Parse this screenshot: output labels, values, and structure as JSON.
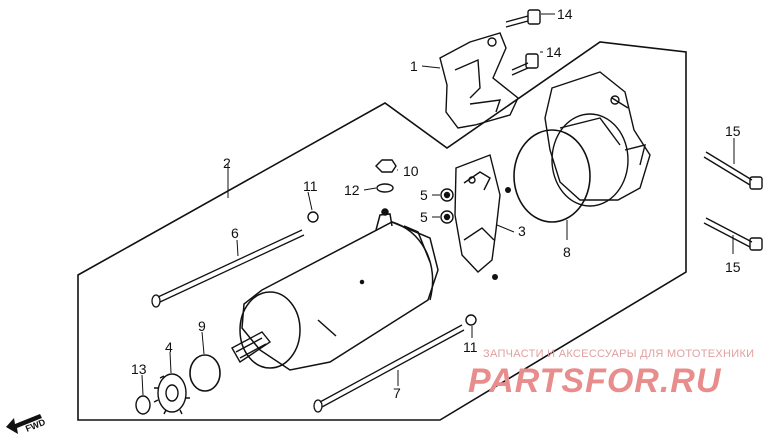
{
  "callouts": {
    "p1": "1",
    "p2": "2",
    "p3": "3",
    "p4": "4",
    "p5a": "5",
    "p5b": "5",
    "p6": "6",
    "p7": "7",
    "p8": "8",
    "p9": "9",
    "p10": "10",
    "p11a": "11",
    "p11b": "11",
    "p12": "12",
    "p13": "13",
    "p14a": "14",
    "p14b": "14",
    "p15a": "15",
    "p15b": "15"
  },
  "fwd_label": "FWD",
  "watermark": {
    "tagline": "ЗАПЧАСТИ И АКСЕССУАРЫ ДЛЯ МОТОТЕХНИКИ",
    "logo": "PARTSFOR.RU"
  },
  "colors": {
    "line": "#111111",
    "watermark": "#e88c8c"
  }
}
